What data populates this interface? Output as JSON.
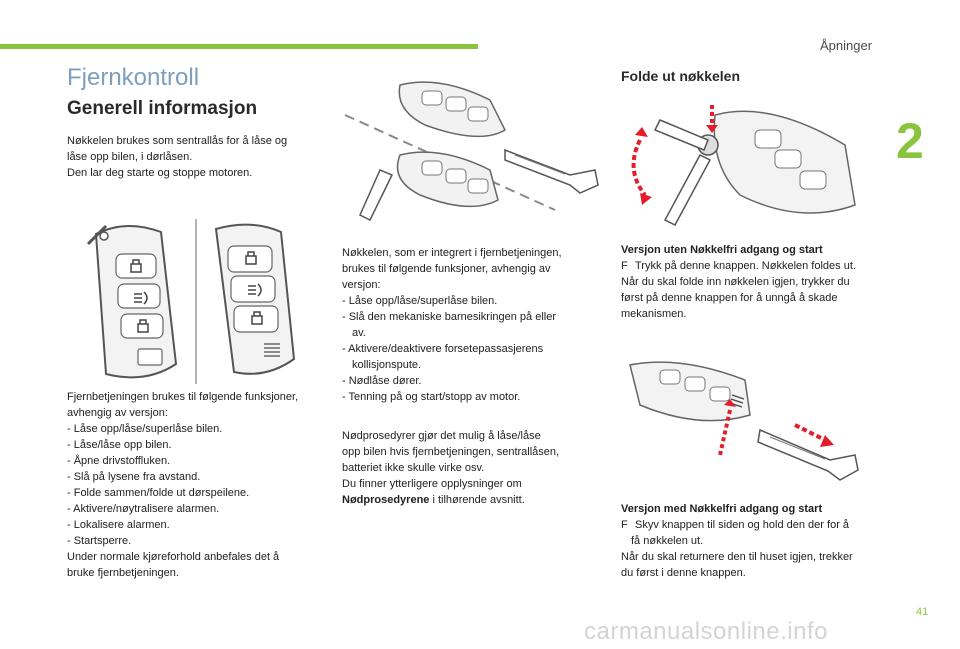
{
  "header": {
    "section_label": "Åpninger",
    "chapter_number": "2",
    "page_number": "41",
    "watermark": "carmanualsonline.info"
  },
  "main": {
    "title": "Fjernkontroll",
    "subtitle": "Generell informasjon",
    "intro": [
      "Nøkkelen brukes som sentrallås for å låse og",
      "låse opp bilen, i dørlåsen.",
      "Den lar deg starte og stoppe motoren."
    ],
    "remote_functions": [
      "Fjernbetjeningen brukes til følgende funksjoner,",
      "avhengig av versjon:",
      "-   Låse opp/låse/superlåse bilen.",
      "-   Låse/låse opp bilen.",
      "-   Åpne drivstoffluken.",
      "-   Slå på lysene fra avstand.",
      "-   Folde sammen/folde ut dørspeilene.",
      "-   Aktivere/nøytralisere alarmen.",
      "-   Lokalisere alarmen.",
      "-   Startsperre.",
      "Under normale kjøreforhold anbefales det å",
      "bruke fjernbetjeningen."
    ],
    "key_functions": [
      "Nøkkelen, som er integrert i fjernbetjeningen,",
      "brukes til følgende funksjoner, avhengig av",
      "versjon:",
      "-   Låse opp/låse/superlåse bilen.",
      "-   Slå den mekaniske barnesikringen på eller",
      "av.",
      "-   Aktivere/deaktivere forsetepassasjerens",
      "kollisjonspute.",
      "-   Nødlåse dører.",
      "-   Tenning på og start/stopp av motor."
    ],
    "emergency": {
      "lines": [
        "Nødprosedyrer gjør det mulig å låse/låse",
        "opp bilen hvis fjernbetjeningen, sentrallåsen,",
        "batteriet ikke skulle virke osv.",
        "Du finner ytterligere opplysninger om"
      ],
      "bold_ref": "Nødprosedyrene",
      "ref_suffix": " i tilhørende avsnitt."
    }
  },
  "right": {
    "heading": "Folde ut nøkkelen",
    "without_keyless": {
      "title": "Versjon uten Nøkkelfri adgang og start",
      "bullet": "F",
      "lines": [
        "Trykk på denne knappen. Nøkkelen foldes ut.",
        "Når du skal folde inn nøkkelen igjen, trykker du",
        "først på denne knappen for å unngå å skade",
        "mekanismen."
      ]
    },
    "with_keyless": {
      "title": "Versjon med Nøkkelfri adgang og start",
      "bullet": "F",
      "lines": [
        "Skyv knappen til siden og hold den der for å",
        "få nøkkelen ut.",
        "Når du skal returnere den til huset igjen, trekker",
        "du først i denne knappen."
      ]
    }
  }
}
